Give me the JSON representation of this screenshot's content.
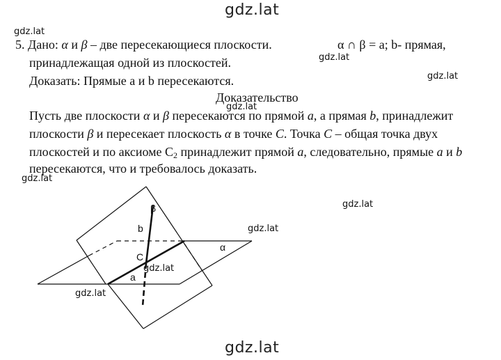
{
  "watermarks": {
    "top": "gdz.lat",
    "left_1": "gdz.lat",
    "mid_1": "gdz.lat",
    "right_1": "gdz.lat",
    "mid_2": "gdz.lat",
    "left_2": "gdz.lat",
    "right_2": "gdz.lat",
    "fig_right": "gdz.lat",
    "fig_mid": "gdz.lat",
    "fig_left": "gdz.lat",
    "bottom": "gdz.lat"
  },
  "task": {
    "number": "5.",
    "given_label": "Дано:",
    "alpha": "α",
    "and": "и",
    "beta": "β",
    "given_text": "– две пересекающиеся плоскости.",
    "intersection": "α ∩ β = a; b- прямая,",
    "line2": "принадлежащая  одной из плоскостей.",
    "prove": "Доказать: Прямые a и b пересекаются.",
    "proof_title": "Доказательство",
    "p1_a": "Пусть две плоскости ",
    "p1_b": " пересекаются по прямой ",
    "p1_c": ", а прямая ",
    "p1_d": ", принадлежит",
    "p2_a": "плоскости ",
    "p2_b": " и пересекает плоскость ",
    "p2_c": " в точке ",
    "p2_d": ". Точка ",
    "p2_e": " – общая точка двух",
    "p3_a": "плоскостей и по аксиоме C",
    "p3_sub": "2",
    "p3_b": " принадлежит прямой ",
    "p3_c": ", следовательно, прямые ",
    "p3_d": " и ",
    "p4": "пересекаются, что и требовалось доказать.",
    "v_alpha": "α",
    "v_beta": "β",
    "v_a": "a",
    "v_b": "b",
    "v_C": "C",
    "v_and": " и "
  },
  "figure": {
    "label_beta": "β",
    "label_alpha": "α",
    "label_b": "b",
    "label_C": "C",
    "label_a": "a"
  }
}
